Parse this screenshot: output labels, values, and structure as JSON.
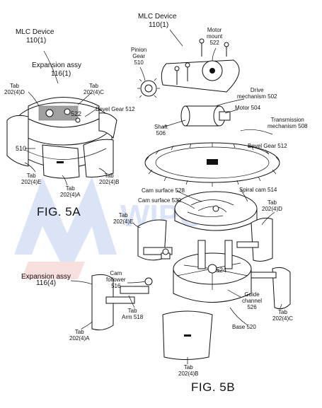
{
  "fig5a": {
    "caption": "FIG. 5A",
    "device": "MLC Device",
    "device_ref": "110(1)",
    "expansion": "Expansion assy",
    "expansion_ref": "116(1)",
    "tab_d": "Tab\n202(4)D",
    "tab_c": "Tab\n202(4)C",
    "tab_e": "Tab\n202(4)E",
    "tab_a": "Tab\n202(4)A",
    "tab_b": "Tab\n202(4)B",
    "bevel": "Bevel Gear 512",
    "ref_522": "522",
    "ref_510": "510"
  },
  "fig5b": {
    "caption": "FIG. 5B",
    "device": "MLC Device",
    "device_ref": "110(1)",
    "motor_mount": "Motor\nmount\n522",
    "pinion": "Pinion\nGear\n510",
    "drive": "Drive\nmechanism 502",
    "motor": "Motor 504",
    "shaft": "Shaft\n506",
    "transmission": "Transmission\nmechanism 508",
    "bevel": "Bevel Gear 512",
    "cam528": "Cam surface 528",
    "cam530": "Cam surface 530",
    "spiral": "Spiral cam 514",
    "tab_d": "Tab\n202(4)D",
    "tab_e": "Tab\n202(4)E",
    "ref_524": "524",
    "expansion": "Expansion assy\n116(4)",
    "cam_follower": "Cam\nfollower\n516",
    "guide": "Guide\nchannel\n526",
    "tab_arm": "Tab\nArm 518",
    "tab_c": "Tab\n202(4)C",
    "base": "Base 520",
    "tab_a": "Tab\n202(4)A",
    "tab_b": "Tab\n202(4)B"
  }
}
